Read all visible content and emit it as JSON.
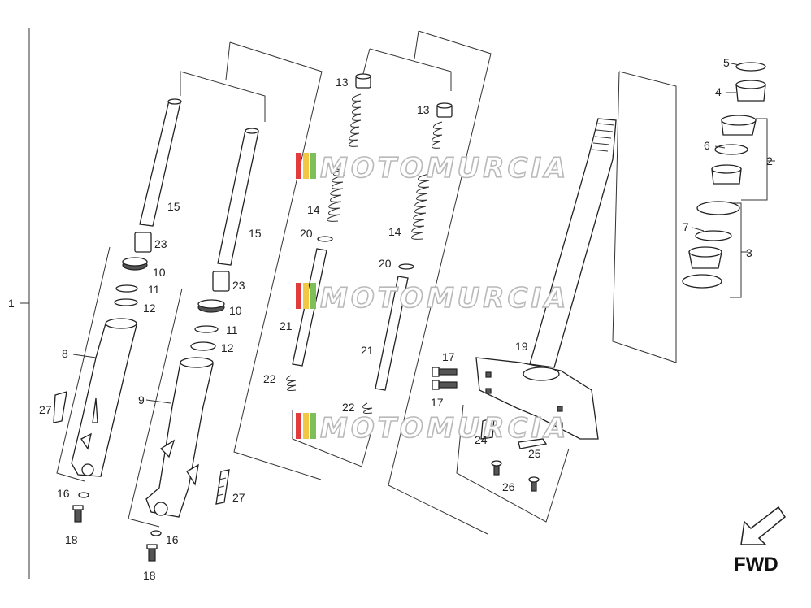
{
  "labels": {
    "l1": "1",
    "l2": "2",
    "l3": "3",
    "l4": "4",
    "l5": "5",
    "l6": "6",
    "l7": "7",
    "l8": "8",
    "l9": "9",
    "l10": "10",
    "l11": "11",
    "l12": "12",
    "l13": "13",
    "l14": "14",
    "l15": "15",
    "l16": "16",
    "l17": "17",
    "l18": "18",
    "l19": "19",
    "l20": "20",
    "l21": "21",
    "l22": "22",
    "l23": "23",
    "l24": "24",
    "l25": "25",
    "l26": "26",
    "l27": "27"
  },
  "watermark": "MOTOMURCIA",
  "direction_label": "FWD",
  "watermark_colors": [
    "#e23b3b",
    "#f2c744",
    "#7fbf5a"
  ]
}
